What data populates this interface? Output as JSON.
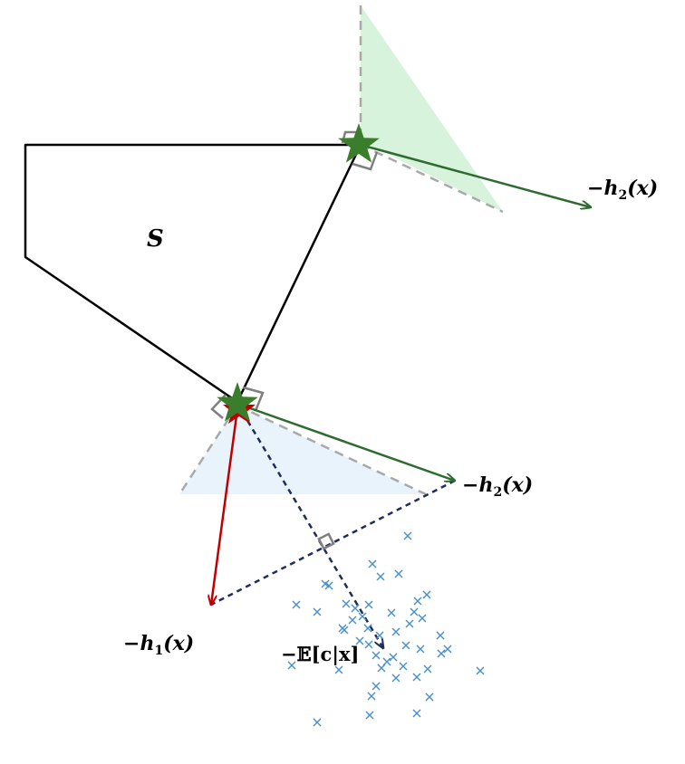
{
  "labels": {
    "region": "S",
    "h2_top_neg": "−",
    "h2_top_h": "h",
    "h2_top_sub": "2",
    "h2_top_arg": "(x)",
    "h2_mid_neg": "−",
    "h2_mid_h": "h",
    "h2_mid_sub": "2",
    "h2_mid_arg": "(x)",
    "h1_neg": "−",
    "h1_h": "h",
    "h1_sub": "1",
    "h1_arg": "(x)",
    "exp_text": "−𝔼[c|x]"
  },
  "colors": {
    "polygon": "#000000",
    "green_star": "#3a7d2a",
    "green_arrow": "#2e6b2e",
    "red": "#c00000",
    "navy": "#1f2d5c",
    "cone_top": "#d7f3dc",
    "cone_bottom": "#e8f3fb",
    "dashed_grey": "#a9a9a9",
    "right_angle": "#7f7f7f",
    "scatter": "#4a90c8"
  }
}
